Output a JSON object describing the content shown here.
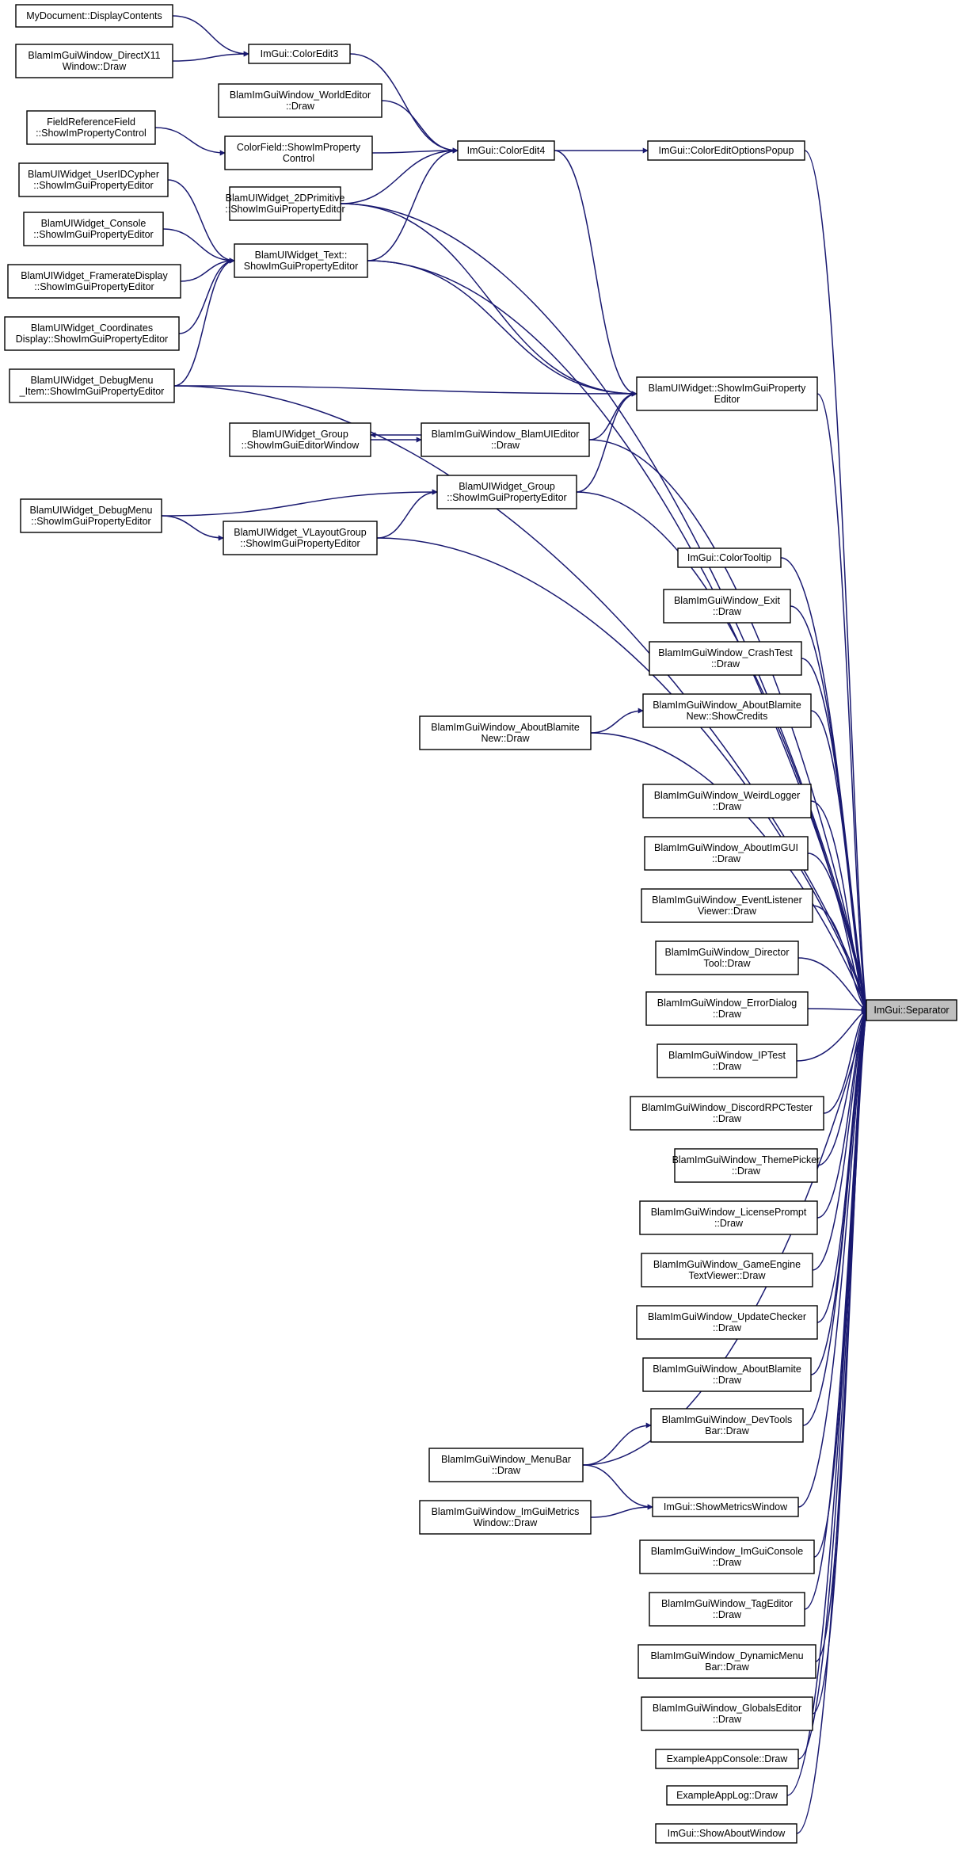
{
  "graph": {
    "kind": "caller-graph",
    "edge_color": "#191970",
    "root_fill": "#bfbfbf",
    "nodes": [
      {
        "id": "n1",
        "lines": [
          "MyDocument::DisplayContents"
        ]
      },
      {
        "id": "n2",
        "lines": [
          "ImGui::ColorEdit3"
        ]
      },
      {
        "id": "n3",
        "lines": [
          "BlamImGuiWindow_DirectX11",
          "Window::Draw"
        ]
      },
      {
        "id": "n4",
        "lines": [
          "BlamImGuiWindow_WorldEditor",
          "::Draw"
        ]
      },
      {
        "id": "n5",
        "lines": [
          "FieldReferenceField",
          "::ShowImPropertyControl"
        ]
      },
      {
        "id": "n6",
        "lines": [
          "ColorField::ShowImProperty",
          "Control"
        ]
      },
      {
        "id": "n7",
        "lines": [
          "ImGui::ColorEdit4"
        ]
      },
      {
        "id": "n8",
        "lines": [
          "ImGui::ColorEditOptionsPopup"
        ]
      },
      {
        "id": "n9",
        "lines": [
          "BlamUIWidget_UserIDCypher",
          "::ShowImGuiPropertyEditor"
        ]
      },
      {
        "id": "n10",
        "lines": [
          "BlamUIWidget_2DPrimitive",
          "::ShowImGuiPropertyEditor"
        ]
      },
      {
        "id": "n11",
        "lines": [
          "BlamUIWidget_Console",
          "::ShowImGuiPropertyEditor"
        ]
      },
      {
        "id": "n12",
        "lines": [
          "BlamUIWidget_Text::",
          "ShowImGuiPropertyEditor"
        ]
      },
      {
        "id": "n13",
        "lines": [
          "BlamUIWidget_FramerateDisplay",
          "::ShowImGuiPropertyEditor"
        ]
      },
      {
        "id": "n14",
        "lines": [
          "BlamUIWidget_Coordinates",
          "Display::ShowImGuiPropertyEditor"
        ]
      },
      {
        "id": "n15",
        "lines": [
          "BlamUIWidget_DebugMenu",
          "_Item::ShowImGuiPropertyEditor"
        ]
      },
      {
        "id": "n16",
        "lines": [
          "BlamUIWidget::ShowImGuiProperty",
          "Editor"
        ]
      },
      {
        "id": "n17",
        "lines": [
          "BlamUIWidget_Group",
          "::ShowImGuiEditorWindow"
        ]
      },
      {
        "id": "n18",
        "lines": [
          "BlamImGuiWindow_BlamUIEditor",
          "::Draw"
        ]
      },
      {
        "id": "n19",
        "lines": [
          "BlamUIWidget_Group",
          "::ShowImGuiPropertyEditor"
        ]
      },
      {
        "id": "n20",
        "lines": [
          "BlamUIWidget_DebugMenu",
          "::ShowImGuiPropertyEditor"
        ]
      },
      {
        "id": "n21",
        "lines": [
          "BlamUIWidget_VLayoutGroup",
          "::ShowImGuiPropertyEditor"
        ]
      },
      {
        "id": "n22",
        "lines": [
          "ImGui::ColorTooltip"
        ]
      },
      {
        "id": "n23",
        "lines": [
          "BlamImGuiWindow_Exit",
          "::Draw"
        ]
      },
      {
        "id": "n24",
        "lines": [
          "BlamImGuiWindow_CrashTest",
          "::Draw"
        ]
      },
      {
        "id": "n25",
        "lines": [
          "BlamImGuiWindow_AboutBlamite",
          "New::ShowCredits"
        ]
      },
      {
        "id": "n26",
        "lines": [
          "BlamImGuiWindow_AboutBlamite",
          "New::Draw"
        ]
      },
      {
        "id": "n27",
        "lines": [
          "BlamImGuiWindow_WeirdLogger",
          "::Draw"
        ]
      },
      {
        "id": "n28",
        "lines": [
          "BlamImGuiWindow_AboutImGUI",
          "::Draw"
        ]
      },
      {
        "id": "n29",
        "lines": [
          "BlamImGuiWindow_EventListener",
          "Viewer::Draw"
        ]
      },
      {
        "id": "n30",
        "lines": [
          "BlamImGuiWindow_Director",
          "Tool::Draw"
        ]
      },
      {
        "id": "root",
        "lines": [
          "ImGui::Separator"
        ]
      },
      {
        "id": "n31",
        "lines": [
          "BlamImGuiWindow_ErrorDialog",
          "::Draw"
        ]
      },
      {
        "id": "n32",
        "lines": [
          "BlamImGuiWindow_IPTest",
          "::Draw"
        ]
      },
      {
        "id": "n33",
        "lines": [
          "BlamImGuiWindow_DiscordRPCTester",
          "::Draw"
        ]
      },
      {
        "id": "n34",
        "lines": [
          "BlamImGuiWindow_ThemePicker",
          "::Draw"
        ]
      },
      {
        "id": "n35",
        "lines": [
          "BlamImGuiWindow_LicensePrompt",
          "::Draw"
        ]
      },
      {
        "id": "n36",
        "lines": [
          "BlamImGuiWindow_GameEngine",
          "TextViewer::Draw"
        ]
      },
      {
        "id": "n37",
        "lines": [
          "BlamImGuiWindow_UpdateChecker",
          "::Draw"
        ]
      },
      {
        "id": "n38",
        "lines": [
          "BlamImGuiWindow_AboutBlamite",
          "::Draw"
        ]
      },
      {
        "id": "n39",
        "lines": [
          "BlamImGuiWindow_DevTools",
          "Bar::Draw"
        ]
      },
      {
        "id": "n40",
        "lines": [
          "BlamImGuiWindow_MenuBar",
          "::Draw"
        ]
      },
      {
        "id": "n41",
        "lines": [
          "ImGui::ShowMetricsWindow"
        ]
      },
      {
        "id": "n42",
        "lines": [
          "BlamImGuiWindow_ImGuiMetrics",
          "Window::Draw"
        ]
      },
      {
        "id": "n43",
        "lines": [
          "BlamImGuiWindow_ImGuiConsole",
          "::Draw"
        ]
      },
      {
        "id": "n44",
        "lines": [
          "BlamImGuiWindow_TagEditor",
          "::Draw"
        ]
      },
      {
        "id": "n45",
        "lines": [
          "BlamImGuiWindow_DynamicMenu",
          "Bar::Draw"
        ]
      },
      {
        "id": "n46",
        "lines": [
          "BlamImGuiWindow_GlobalsEditor",
          "::Draw"
        ]
      },
      {
        "id": "n47",
        "lines": [
          "ExampleAppConsole::Draw"
        ]
      },
      {
        "id": "n48",
        "lines": [
          "ExampleAppLog::Draw"
        ]
      },
      {
        "id": "n49",
        "lines": [
          "ImGui::ShowAboutWindow"
        ]
      }
    ],
    "edges": [
      [
        "n1",
        "n2"
      ],
      [
        "n3",
        "n2"
      ],
      [
        "n2",
        "n7"
      ],
      [
        "n4",
        "n7"
      ],
      [
        "n5",
        "n6"
      ],
      [
        "n6",
        "n7"
      ],
      [
        "n10",
        "n7"
      ],
      [
        "n12",
        "n7"
      ],
      [
        "n7",
        "n8"
      ],
      [
        "n8",
        "root"
      ],
      [
        "n7",
        "n16"
      ],
      [
        "n9",
        "n12"
      ],
      [
        "n11",
        "n12"
      ],
      [
        "n13",
        "n12"
      ],
      [
        "n14",
        "n12"
      ],
      [
        "n15",
        "n12"
      ],
      [
        "n10",
        "n16"
      ],
      [
        "n10",
        "root"
      ],
      [
        "n12",
        "n16"
      ],
      [
        "n12",
        "root"
      ],
      [
        "n15",
        "n16"
      ],
      [
        "n15",
        "root"
      ],
      [
        "n18",
        "n17"
      ],
      [
        "n17",
        "n18"
      ],
      [
        "n18",
        "n16"
      ],
      [
        "n18",
        "root"
      ],
      [
        "n19",
        "n16"
      ],
      [
        "n19",
        "root"
      ],
      [
        "n20",
        "n19"
      ],
      [
        "n20",
        "n21"
      ],
      [
        "n21",
        "n19"
      ],
      [
        "n21",
        "root"
      ],
      [
        "n16",
        "root"
      ],
      [
        "n22",
        "root"
      ],
      [
        "n23",
        "root"
      ],
      [
        "n24",
        "root"
      ],
      [
        "n25",
        "root"
      ],
      [
        "n26",
        "n25"
      ],
      [
        "n26",
        "root"
      ],
      [
        "n27",
        "root"
      ],
      [
        "n28",
        "root"
      ],
      [
        "n29",
        "root"
      ],
      [
        "n30",
        "root"
      ],
      [
        "n31",
        "root"
      ],
      [
        "n32",
        "root"
      ],
      [
        "n33",
        "root"
      ],
      [
        "n34",
        "root"
      ],
      [
        "n35",
        "root"
      ],
      [
        "n36",
        "root"
      ],
      [
        "n37",
        "root"
      ],
      [
        "n38",
        "root"
      ],
      [
        "n39",
        "root"
      ],
      [
        "n40",
        "n39"
      ],
      [
        "n40",
        "root"
      ],
      [
        "n40",
        "n41"
      ],
      [
        "n42",
        "n41"
      ],
      [
        "n41",
        "root"
      ],
      [
        "n43",
        "root"
      ],
      [
        "n44",
        "root"
      ],
      [
        "n45",
        "root"
      ],
      [
        "n46",
        "root"
      ],
      [
        "n47",
        "root"
      ],
      [
        "n48",
        "root"
      ],
      [
        "n49",
        "root"
      ]
    ]
  }
}
